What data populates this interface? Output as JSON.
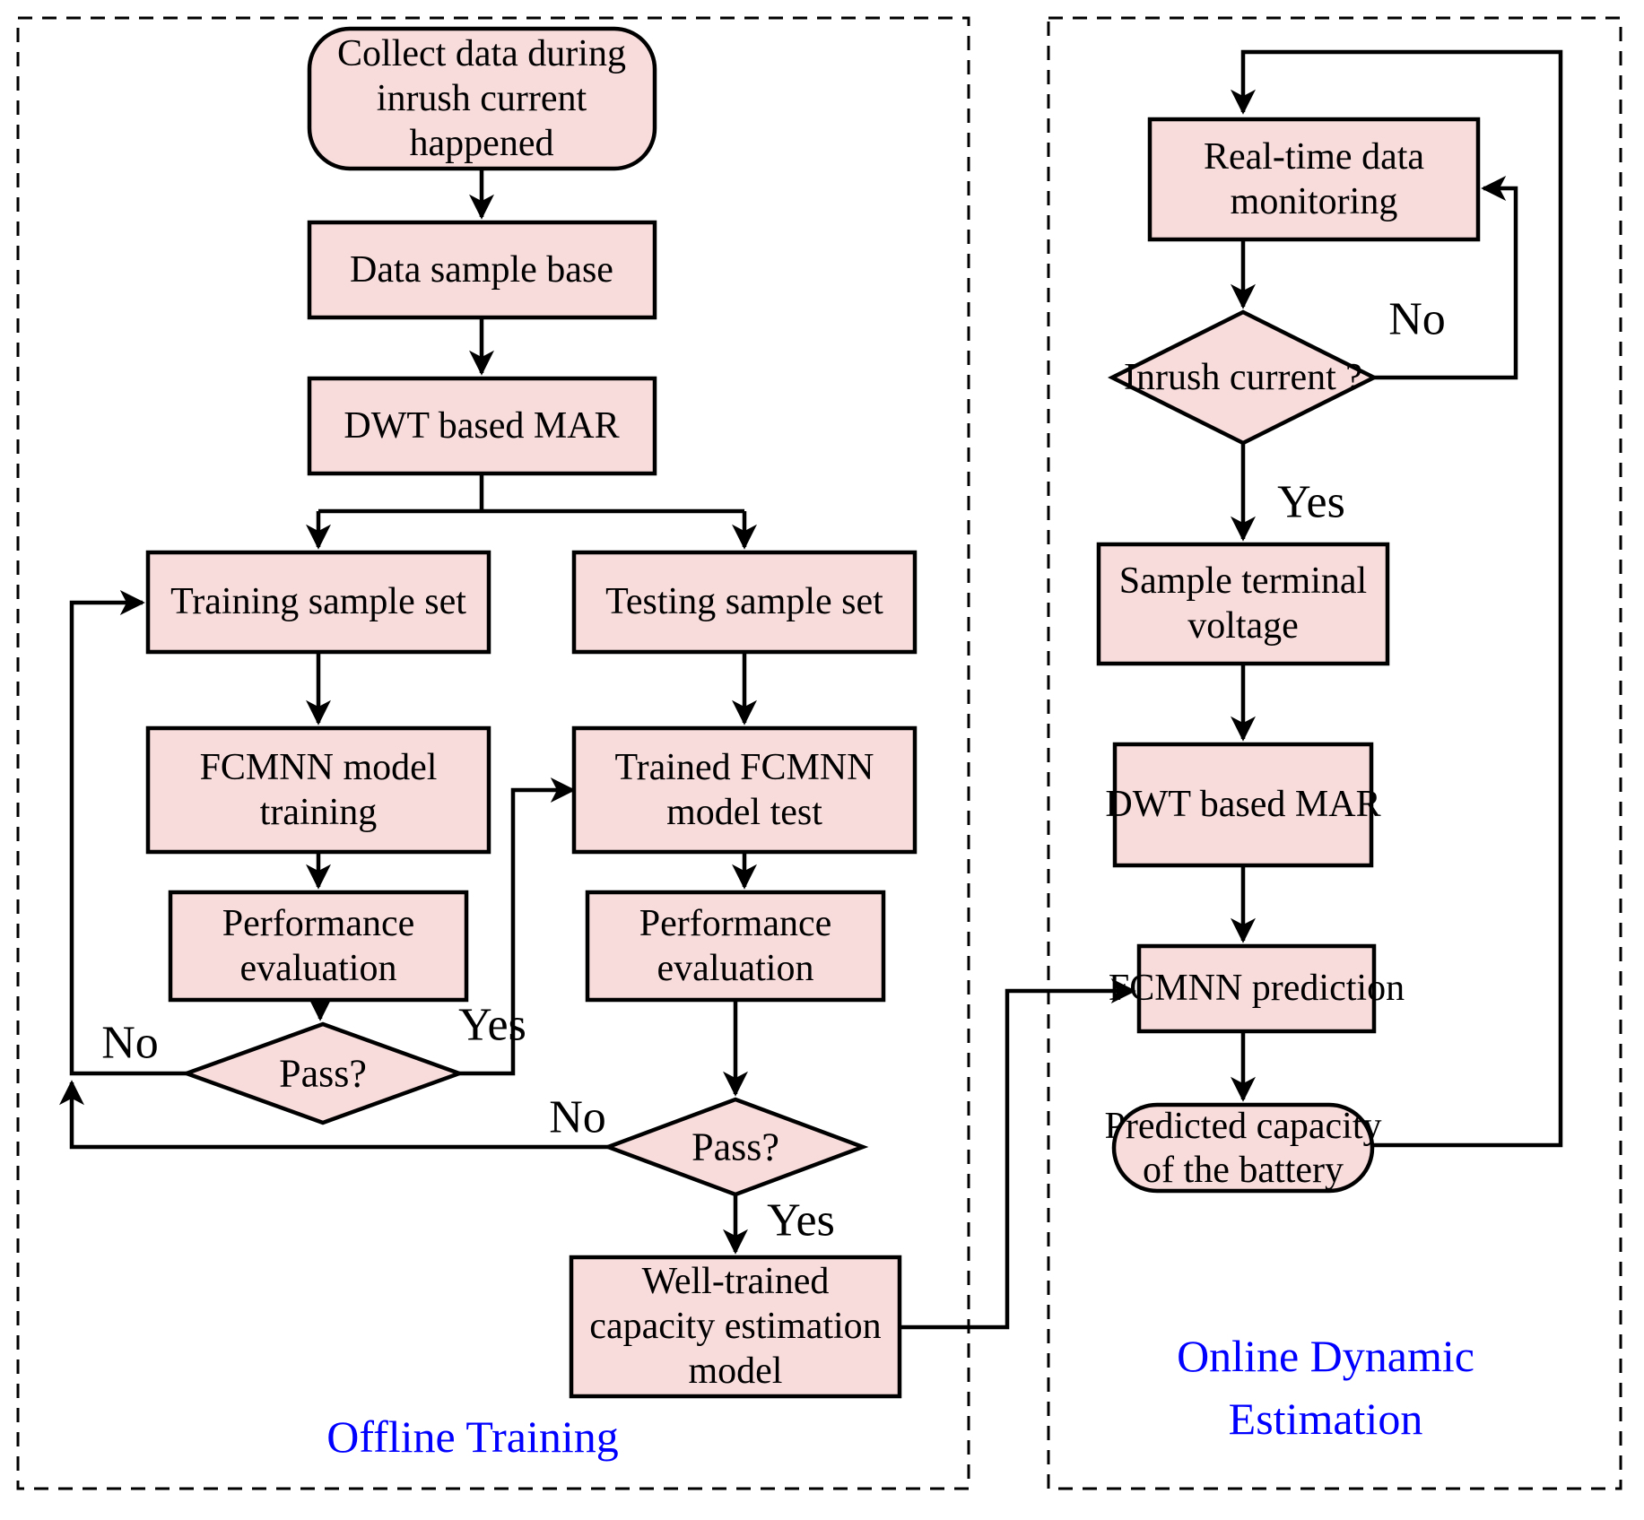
{
  "colors": {
    "node_fill": "#f8dbdb",
    "node_stroke": "#000000",
    "line": "#000000",
    "panel_label": "#0000ff",
    "background": "#ffffff"
  },
  "offline_panel": {
    "title": "Offline Training",
    "nodes": {
      "collect_data": {
        "type": "terminator",
        "lines": [
          "Collect data during",
          "inrush current",
          "happened"
        ]
      },
      "data_sample_base": {
        "type": "process",
        "lines": [
          "Data sample base"
        ]
      },
      "dwt_mar": {
        "type": "process",
        "lines": [
          "DWT based MAR"
        ]
      },
      "training_set": {
        "type": "process",
        "lines": [
          "Training sample set"
        ]
      },
      "testing_set": {
        "type": "process",
        "lines": [
          "Testing sample set"
        ]
      },
      "fcmnn_training": {
        "type": "process",
        "lines": [
          "FCMNN model",
          "training"
        ]
      },
      "fcmnn_test": {
        "type": "process",
        "lines": [
          "Trained FCMNN",
          "model test"
        ]
      },
      "perf_eval_train": {
        "type": "process",
        "lines": [
          "Performance",
          "evaluation"
        ]
      },
      "perf_eval_test": {
        "type": "process",
        "lines": [
          "Performance",
          "evaluation"
        ]
      },
      "pass_train": {
        "type": "decision",
        "lines": [
          "Pass?"
        ]
      },
      "pass_test": {
        "type": "decision",
        "lines": [
          "Pass?"
        ]
      },
      "well_trained": {
        "type": "process",
        "lines": [
          "Well-trained",
          "capacity estimation",
          "model"
        ]
      }
    },
    "edge_labels": {
      "pass_train_no": "No",
      "pass_train_yes": "Yes",
      "pass_test_no": "No",
      "pass_test_yes": "Yes"
    }
  },
  "online_panel": {
    "title_lines": [
      "Online Dynamic",
      "Estimation"
    ],
    "nodes": {
      "realtime_monitoring": {
        "type": "process",
        "lines": [
          "Real-time data",
          "monitoring"
        ]
      },
      "inrush_current": {
        "type": "decision",
        "lines": [
          "Inrush current ?"
        ]
      },
      "sample_voltage": {
        "type": "process",
        "lines": [
          "Sample terminal",
          "voltage"
        ]
      },
      "dwt_mar_online": {
        "type": "process",
        "lines": [
          "DWT based MAR"
        ]
      },
      "fcmnn_prediction": {
        "type": "process",
        "lines": [
          "FCMNN prediction"
        ]
      },
      "predicted_capacity": {
        "type": "terminator",
        "lines": [
          "Predicted capacity",
          "of the battery"
        ]
      }
    },
    "edge_labels": {
      "inrush_no": "No",
      "inrush_yes": "Yes"
    }
  }
}
